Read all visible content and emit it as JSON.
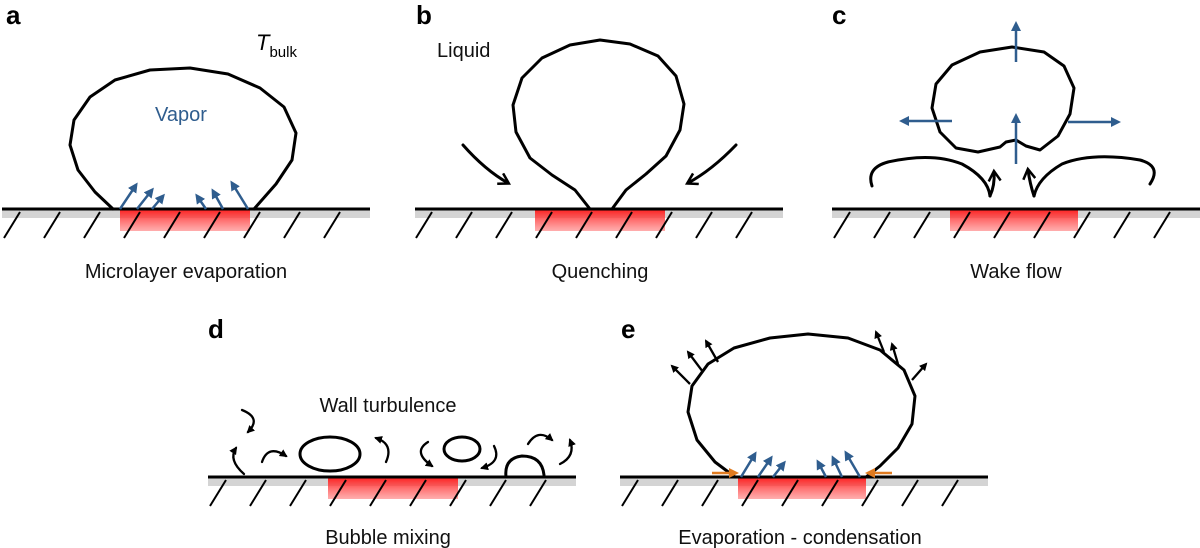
{
  "panels": {
    "a": {
      "letter": "a",
      "caption": "Microlayer evaporation",
      "vapor_label": "Vapor",
      "temp_symbol": "T",
      "temp_subscript": "bulk"
    },
    "b": {
      "letter": "b",
      "caption": "Quenching",
      "liquid_label": "Liquid"
    },
    "c": {
      "letter": "c",
      "caption": "Wake flow"
    },
    "d": {
      "letter": "d",
      "caption": "Bubble mixing",
      "wall_label": "Wall turbulence"
    },
    "e": {
      "letter": "e",
      "caption": "Evaporation - condensation"
    }
  },
  "colors": {
    "heater": "#ff2a2a",
    "vapor_text": "#2f5d8e",
    "arrow_blue": "#2f5d8e",
    "arrow_orange": "#e07b20",
    "wall_shadow": "#d4d4d4"
  }
}
